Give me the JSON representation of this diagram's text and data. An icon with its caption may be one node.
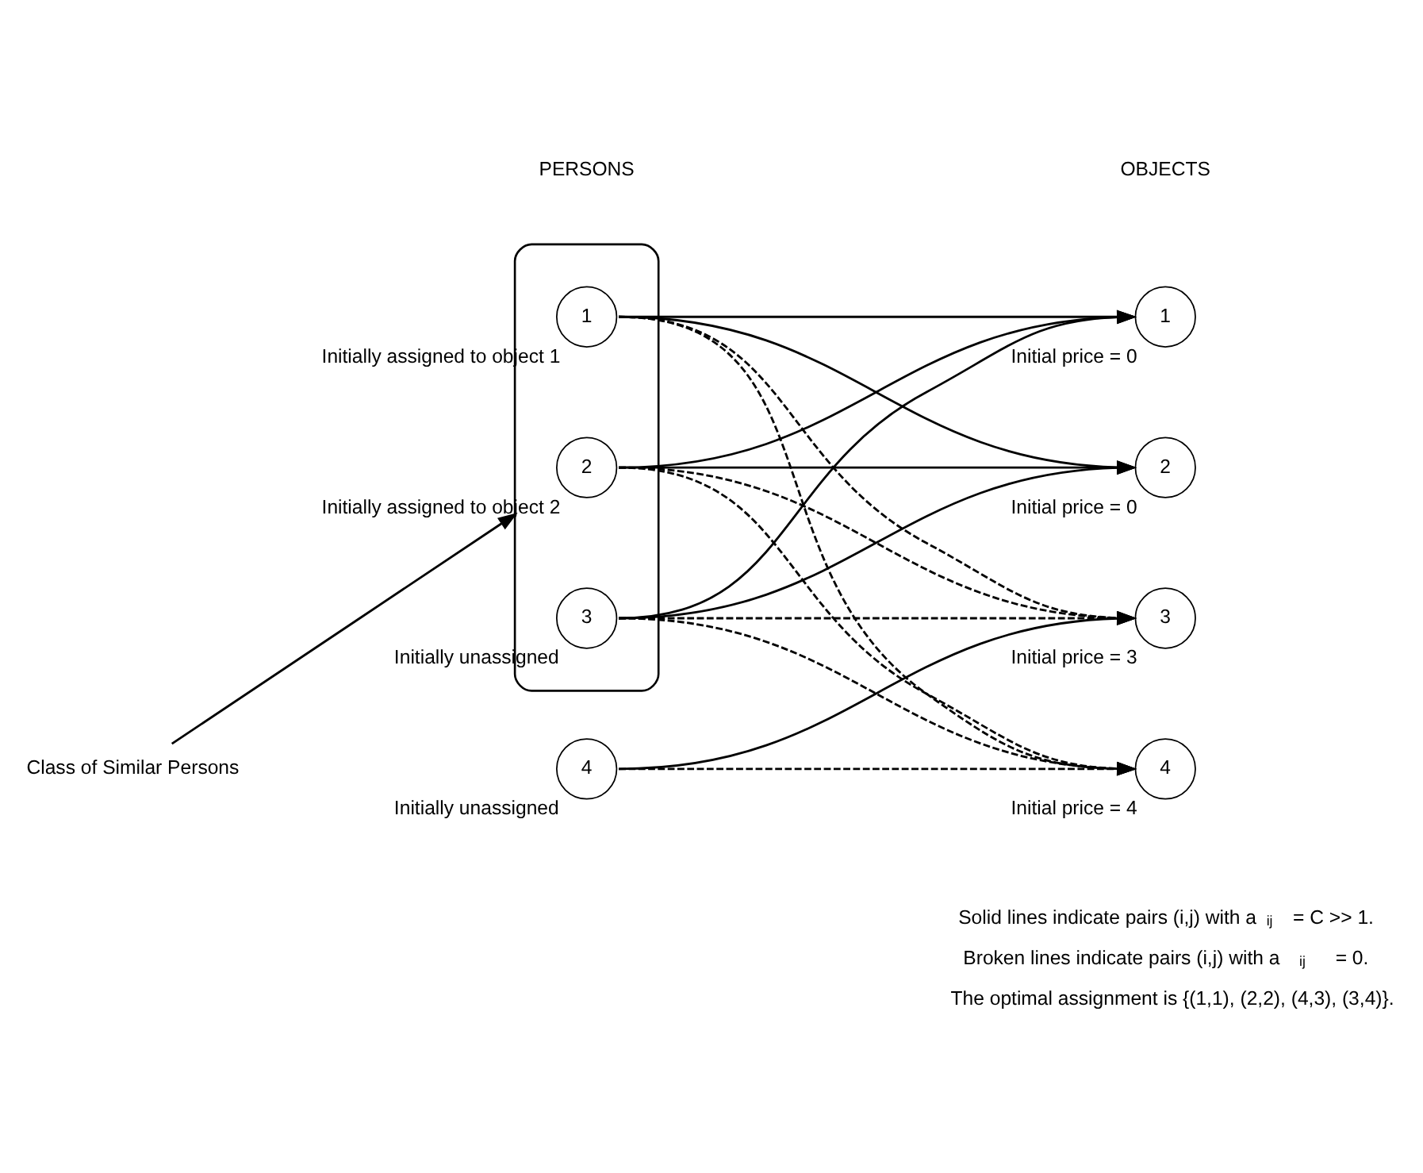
{
  "diagram": {
    "nodes": [
      {
        "text": [],
        "shape": "ellipse"
      },
      {
        "text": [
          "1"
        ],
        "in": 0,
        "beside": [
          "Initially assigned to object 1"
        ]
      },
      {
        "text": [
          "2"
        ],
        "in": 0,
        "beside": [
          "Initially assigned to object 2"
        ]
      },
      {
        "text": [
          "3"
        ],
        "in": 0,
        "beside": [
          "Initially unassigned"
        ]
      },
      {
        "text": [
          "4"
        ],
        "beside": [
          "Initially unassigned"
        ]
      },
      {
        "text": [
          "1"
        ],
        "beside": [
          "Initial price = 0"
        ]
      },
      {
        "text": [
          "2"
        ],
        "beside": [
          "Initial price = 0"
        ]
      },
      {
        "text": [
          "3"
        ],
        "beside": [
          "Initial price = 3"
        ]
      },
      {
        "text": [
          "4"
        ],
        "beside": [
          "Initial price = 4"
        ]
      },
      {
        "text": [
          "Class of Similar Persons"
        ]
      }
    ],
    "edges": [
      {
        "from": 9,
        "to": 0,
        "arrow": "to"
      },
      {
        "from": 1,
        "to": 5,
        "arrow": "to"
      },
      {
        "from": 1,
        "to": 6,
        "arrow": "to"
      },
      {
        "from": 1,
        "to": 7,
        "arrow": "to",
        "style": "dashed"
      },
      {
        "from": 1,
        "to": 8,
        "arrow": "to",
        "style": "dashed"
      },
      {
        "from": 2,
        "to": 5,
        "arrow": "to"
      },
      {
        "from": 2,
        "to": 6,
        "arrow": "to"
      },
      {
        "from": 2,
        "to": 7,
        "arrow": "to",
        "style": "dashed"
      },
      {
        "from": 2,
        "to": 8,
        "arrow": "to",
        "style": "dashed"
      },
      {
        "from": 3,
        "to": 5,
        "arrow": "to"
      },
      {
        "from": 3,
        "to": 6,
        "arrow": "to"
      },
      {
        "from": 3,
        "to": 7,
        "arrow": "to",
        "style": "dashed"
      },
      {
        "from": 3,
        "to": 8,
        "arrow": "to",
        "style": "dashed"
      },
      {
        "from": 4,
        "to": 7,
        "arrow": "to"
      },
      {
        "from": 4,
        "to": 8,
        "arrow": "to",
        "style": "dashed"
      }
    ],
    "labels": [
      "PERSONS",
      "OBJECTS",
      "Solid lines indicate pairs (i,j) with a$_{ij}$ = C >> 1.",
      "Broken lines indicate pairs (i,j) with a$_{ij}$ = 0.",
      "The optimal assignment is {(1,1), (2,2), (4,3), (3,4)}."
    ]
  }
}
